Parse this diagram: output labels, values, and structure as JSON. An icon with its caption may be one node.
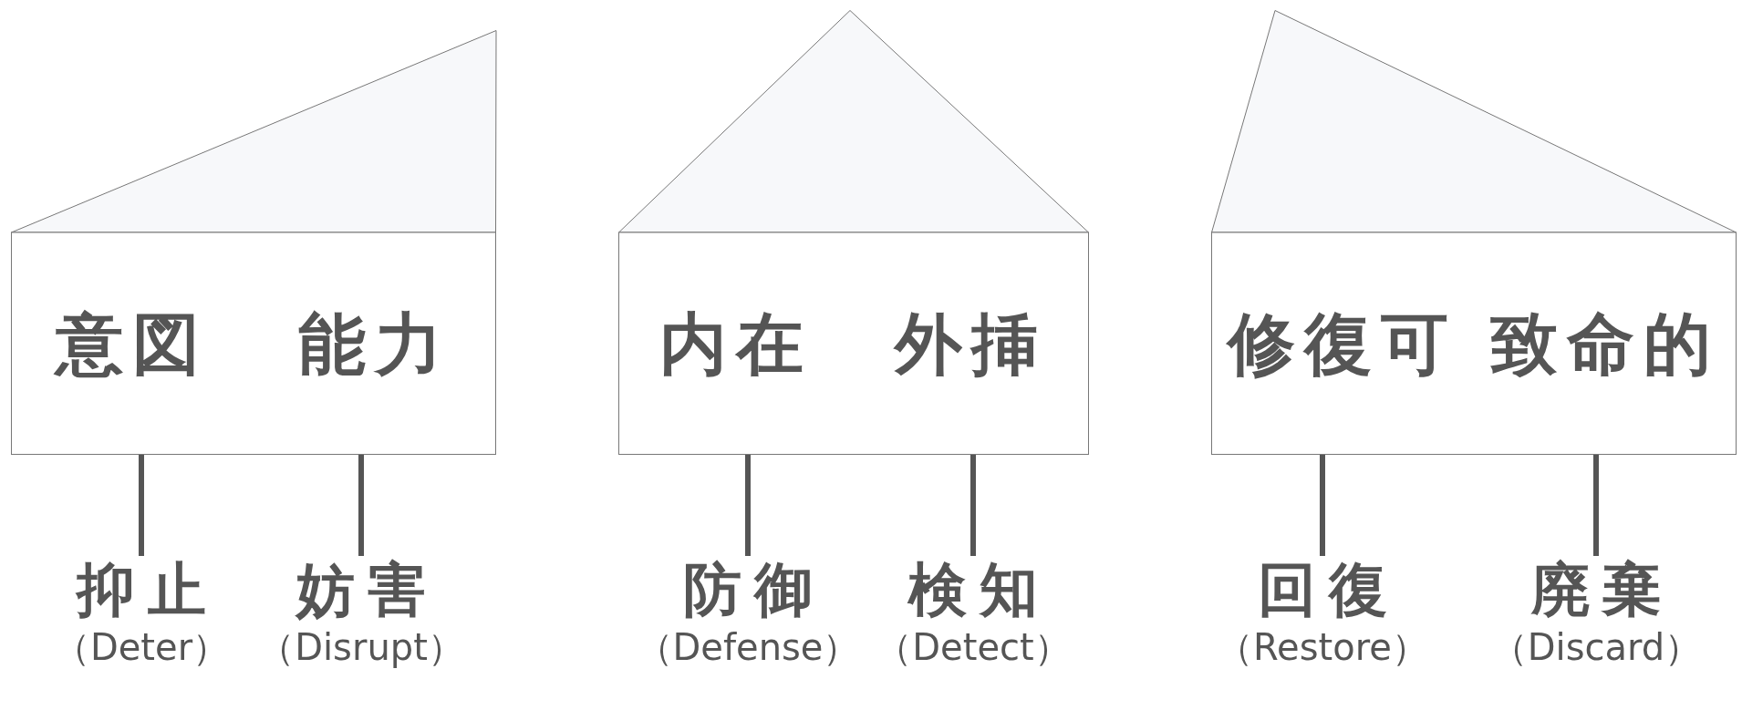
{
  "diagram": {
    "nodes": [
      {
        "text": [
          "意図",
          "能力"
        ]
      },
      {
        "text": [
          "内在",
          "外挿"
        ]
      },
      {
        "text": [
          "修復可",
          "致命的"
        ]
      },
      {
        "text": [
          "抑止",
          "（Deter）"
        ]
      },
      {
        "text": [
          "妨害",
          "（Disrupt）"
        ]
      },
      {
        "text": [
          "防御",
          "（Defense）"
        ]
      },
      {
        "text": [
          "検知",
          "（Detect）"
        ]
      },
      {
        "text": [
          "回復",
          "（Restore）"
        ]
      },
      {
        "text": [
          "廃棄",
          "（Discard）"
        ]
      }
    ],
    "edges": [
      {
        "from": 0,
        "to": 3,
        "arrow": "none"
      },
      {
        "from": 0,
        "to": 4,
        "arrow": "none"
      },
      {
        "from": 1,
        "to": 5,
        "arrow": "none"
      },
      {
        "from": 1,
        "to": 6,
        "arrow": "none"
      },
      {
        "from": 2,
        "to": 7,
        "arrow": "none"
      },
      {
        "from": 2,
        "to": 8,
        "arrow": "none"
      }
    ]
  }
}
